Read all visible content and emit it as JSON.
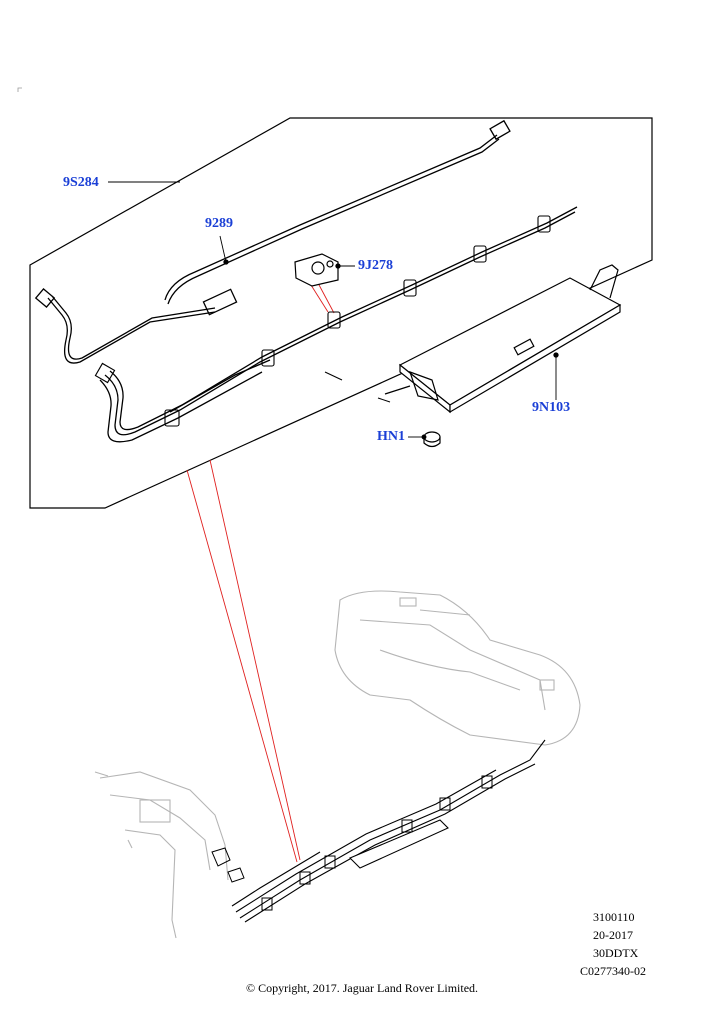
{
  "colors": {
    "callout_text": "#1a3fd6",
    "line_art": "#000000",
    "ghost_art": "#b5b5b5",
    "pointer_lines": "#e0201f"
  },
  "callouts": {
    "p9s284": "9S284",
    "p9289": "9289",
    "p9j278": "9J278",
    "p9n103": "9N103",
    "phn1": "HN1"
  },
  "drawing_info": {
    "line1": "3100110",
    "line2": "20-2017",
    "line3": "30DDTX",
    "line4": "C0277340-02"
  },
  "copyright": "© Copyright, 2017. Jaguar Land Rover Limited."
}
